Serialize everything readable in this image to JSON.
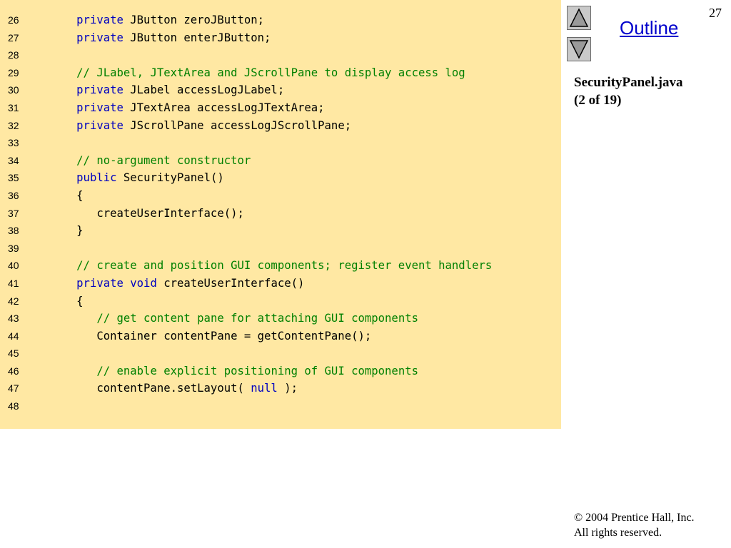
{
  "slide": {
    "number": "27",
    "outline_label": "Outline",
    "file_title": "SecurityPanel.java",
    "file_part": "(2 of 19)",
    "copyright_line1": "© 2004 Prentice Hall, Inc.",
    "copyright_line2": "All rights reserved."
  },
  "icons": {
    "up": "triangle-up-icon",
    "down": "triangle-down-icon"
  },
  "colors": {
    "code_background": "#ffe8a3",
    "keyword": "#0000c0",
    "comment": "#008000",
    "outline_link": "#0000cc"
  },
  "code": {
    "lines": [
      {
        "num": "26",
        "segments": [
          {
            "t": "   "
          },
          {
            "t": "private",
            "c": "kw"
          },
          {
            "t": " JButton zeroJButton;"
          }
        ]
      },
      {
        "num": "27",
        "segments": [
          {
            "t": "   "
          },
          {
            "t": "private",
            "c": "kw"
          },
          {
            "t": " JButton enterJButton;"
          }
        ]
      },
      {
        "num": "28",
        "segments": []
      },
      {
        "num": "29",
        "segments": [
          {
            "t": "   "
          },
          {
            "t": "// JLabel, JTextArea and JScrollPane to display access log",
            "c": "cm"
          }
        ]
      },
      {
        "num": "30",
        "segments": [
          {
            "t": "   "
          },
          {
            "t": "private",
            "c": "kw"
          },
          {
            "t": " JLabel accessLogJLabel;"
          }
        ]
      },
      {
        "num": "31",
        "segments": [
          {
            "t": "   "
          },
          {
            "t": "private",
            "c": "kw"
          },
          {
            "t": " JTextArea accessLogJTextArea;"
          }
        ]
      },
      {
        "num": "32",
        "segments": [
          {
            "t": "   "
          },
          {
            "t": "private",
            "c": "kw"
          },
          {
            "t": " JScrollPane accessLogJScrollPane;"
          }
        ]
      },
      {
        "num": "33",
        "segments": []
      },
      {
        "num": "34",
        "segments": [
          {
            "t": "   "
          },
          {
            "t": "// no-argument constructor",
            "c": "cm"
          }
        ]
      },
      {
        "num": "35",
        "segments": [
          {
            "t": "   "
          },
          {
            "t": "public",
            "c": "kw"
          },
          {
            "t": " SecurityPanel()"
          }
        ]
      },
      {
        "num": "36",
        "segments": [
          {
            "t": "   {"
          }
        ]
      },
      {
        "num": "37",
        "segments": [
          {
            "t": "      createUserInterface();"
          }
        ]
      },
      {
        "num": "38",
        "segments": [
          {
            "t": "   }"
          }
        ]
      },
      {
        "num": "39",
        "segments": []
      },
      {
        "num": "40",
        "segments": [
          {
            "t": "   "
          },
          {
            "t": "// create and position GUI components; register event handlers",
            "c": "cm"
          }
        ]
      },
      {
        "num": "41",
        "segments": [
          {
            "t": "   "
          },
          {
            "t": "private",
            "c": "kw"
          },
          {
            "t": " "
          },
          {
            "t": "void",
            "c": "kw"
          },
          {
            "t": " createUserInterface()"
          }
        ]
      },
      {
        "num": "42",
        "segments": [
          {
            "t": "   {"
          }
        ]
      },
      {
        "num": "43",
        "segments": [
          {
            "t": "      "
          },
          {
            "t": "// get content pane for attaching GUI components",
            "c": "cm"
          }
        ]
      },
      {
        "num": "44",
        "segments": [
          {
            "t": "      Container contentPane = getContentPane();"
          }
        ]
      },
      {
        "num": "45",
        "segments": []
      },
      {
        "num": "46",
        "segments": [
          {
            "t": "      "
          },
          {
            "t": "// enable explicit positioning of GUI components",
            "c": "cm"
          }
        ]
      },
      {
        "num": "47",
        "segments": [
          {
            "t": "      contentPane.setLayout( "
          },
          {
            "t": "null",
            "c": "kw"
          },
          {
            "t": " );"
          }
        ]
      },
      {
        "num": "48",
        "segments": []
      }
    ]
  }
}
